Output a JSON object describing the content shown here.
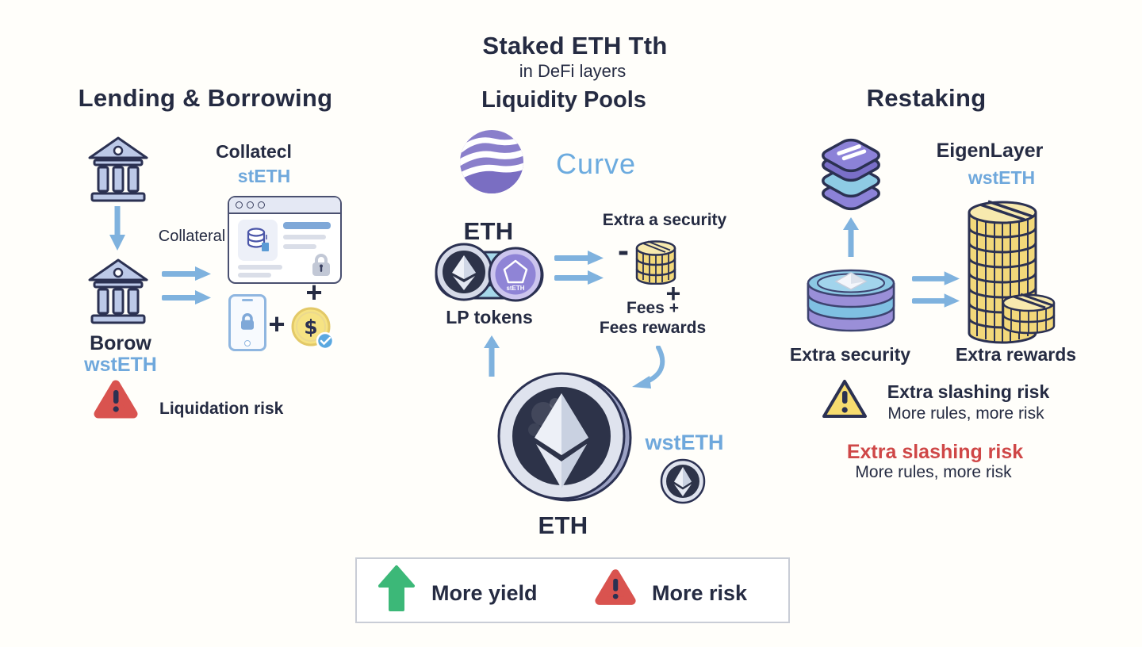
{
  "title": {
    "main": "Staked ETH Tth",
    "sub": "in DeFi layers"
  },
  "symbols": {
    "plus": "+",
    "minus": "-",
    "dollar": "$"
  },
  "lending": {
    "header": "Lending & Borrowing",
    "collateral_title": "Collatecl",
    "collateral_token": "stETH",
    "collateral_caption": "Collateral",
    "borrow_label": "Borow",
    "borrow_token": "wstETH",
    "risk": "Liquidation risk"
  },
  "liquidity": {
    "header": "Liquidity Pools",
    "brand": "Curve",
    "eth": "ETH",
    "lp_coin_label": "stETH",
    "lp_label": "LP tokens",
    "extra_security": "Extra a security",
    "fees_line1": "Fees +",
    "fees_line2": "Fees rewards",
    "wsteth": "wstETH",
    "eth_bottom": "ETH"
  },
  "restaking": {
    "header": "Restaking",
    "brand": "EigenLayer",
    "token": "wstETH",
    "extra_security": "Extra security",
    "extra_rewards": "Extra rewards",
    "warning_title": "Extra slashing risk",
    "warning_sub": "More rules, more risk",
    "warning_title_red": "Extra slashing risk",
    "warning_sub_red": "More rules, more risk"
  },
  "legend": {
    "more_yield": "More yield",
    "more_risk": "More risk"
  },
  "colors": {
    "background": "#FFFEFA",
    "dark_text": "#252B42",
    "accent_blue": "#6FA8DC",
    "arrow_blue": "#7FB2DE",
    "curve_purple": "#8A7FCB",
    "eigen_purple": "#8C82D8",
    "eigen_blue": "#8ECBE4",
    "gold_coin": "#F2D87A",
    "red_warning": "#D9534F",
    "red_text": "#CF4747",
    "yellow_warning": "#F7DC6F",
    "green_arrow": "#3CB878",
    "bank_fill": "#BCC9E8"
  },
  "icons": {
    "bank": "bank-building",
    "browser": "app-window-with-lock",
    "phone": "phone-with-lock",
    "dollar_coin": "dollar-coin-with-check",
    "warning_red": "red-alert-triangle",
    "warning_yellow": "yellow-alert-triangle",
    "curve_logo": "curve-wave-sphere",
    "lp_pair": "eth-steth-token-pair",
    "eth_coin": "ethereum-coin",
    "coin_stack": "gold-coin-stack",
    "disc_stack": "staked-token-discs",
    "eigenlayer": "stacked-layers",
    "green_up_arrow": "green-up-arrow"
  }
}
